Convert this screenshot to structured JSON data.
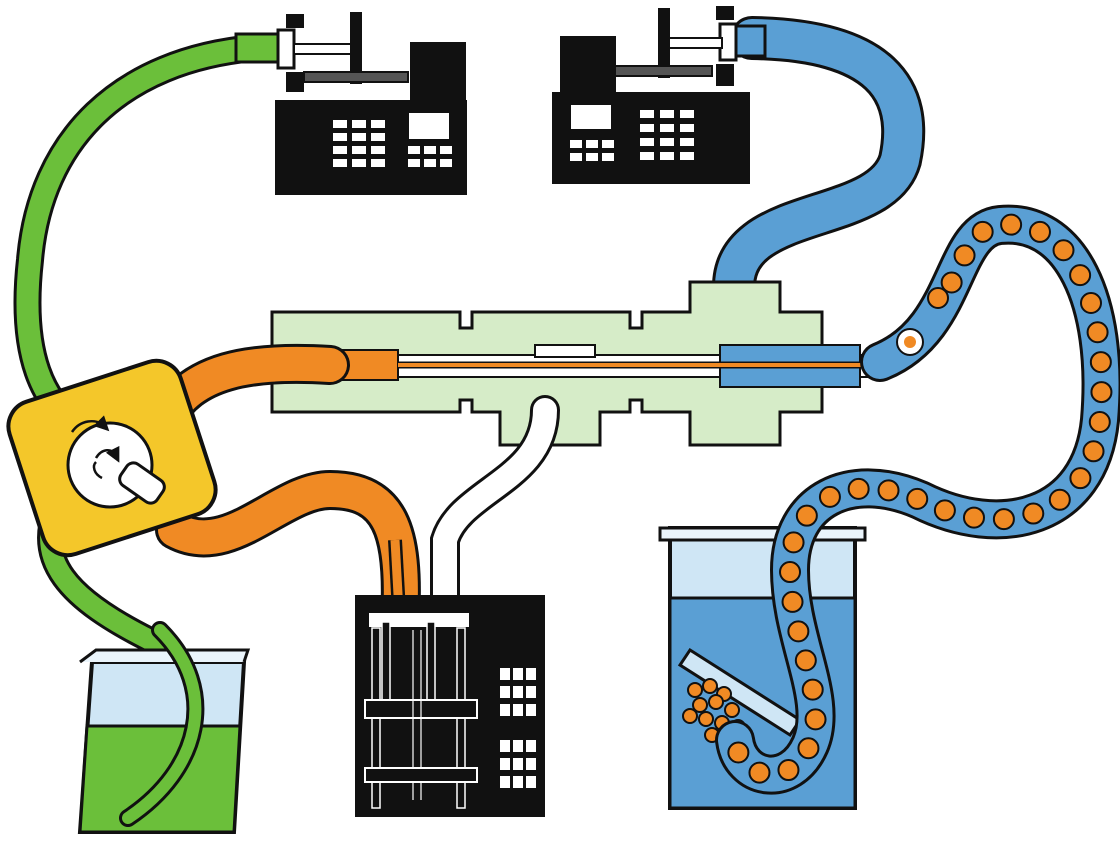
{
  "diagram": {
    "components": [
      {
        "name": "syringe-pump-left",
        "kind": "syringe pump"
      },
      {
        "name": "syringe-pump-right",
        "kind": "syringe pump"
      },
      {
        "name": "flow-focusing-device",
        "kind": "microfluidic junction"
      },
      {
        "name": "switching-valve",
        "kind": "rotary valve"
      },
      {
        "name": "dual-syringe-pump",
        "kind": "syringe pump"
      },
      {
        "name": "waste-beaker",
        "kind": "beaker"
      },
      {
        "name": "collection-beaker",
        "kind": "beaker"
      }
    ],
    "tubing": [
      {
        "name": "green-tube",
        "from": "syringe-pump-left",
        "to": "switching-valve"
      },
      {
        "name": "green-drain-tube",
        "from": "switching-valve",
        "to": "waste-beaker"
      },
      {
        "name": "orange-tube-top",
        "from": "switching-valve",
        "to": "flow-focusing-device"
      },
      {
        "name": "orange-tube-bottom",
        "from": "switching-valve",
        "to": "dual-syringe-pump"
      },
      {
        "name": "white-tube",
        "from": "dual-syringe-pump",
        "to": "flow-focusing-device"
      },
      {
        "name": "blue-tube",
        "from": "syringe-pump-right",
        "to": "flow-focusing-device"
      },
      {
        "name": "droplet-outlet-tube",
        "from": "flow-focusing-device",
        "to": "collection-beaker"
      }
    ]
  },
  "colors": {
    "green": "#6bbf3a",
    "blue": "#5a9fd4",
    "orange": "#f08a24",
    "yellow": "#f4c72a",
    "light_green": "#d6ecc8",
    "liquid_green": "#6bbf3a",
    "liquid_blue": "#5a9fd4",
    "glass_blue": "#cfe6f5",
    "ink": "#111111"
  },
  "icons": {
    "valve_rotation": "rotation-arrows-icon"
  }
}
